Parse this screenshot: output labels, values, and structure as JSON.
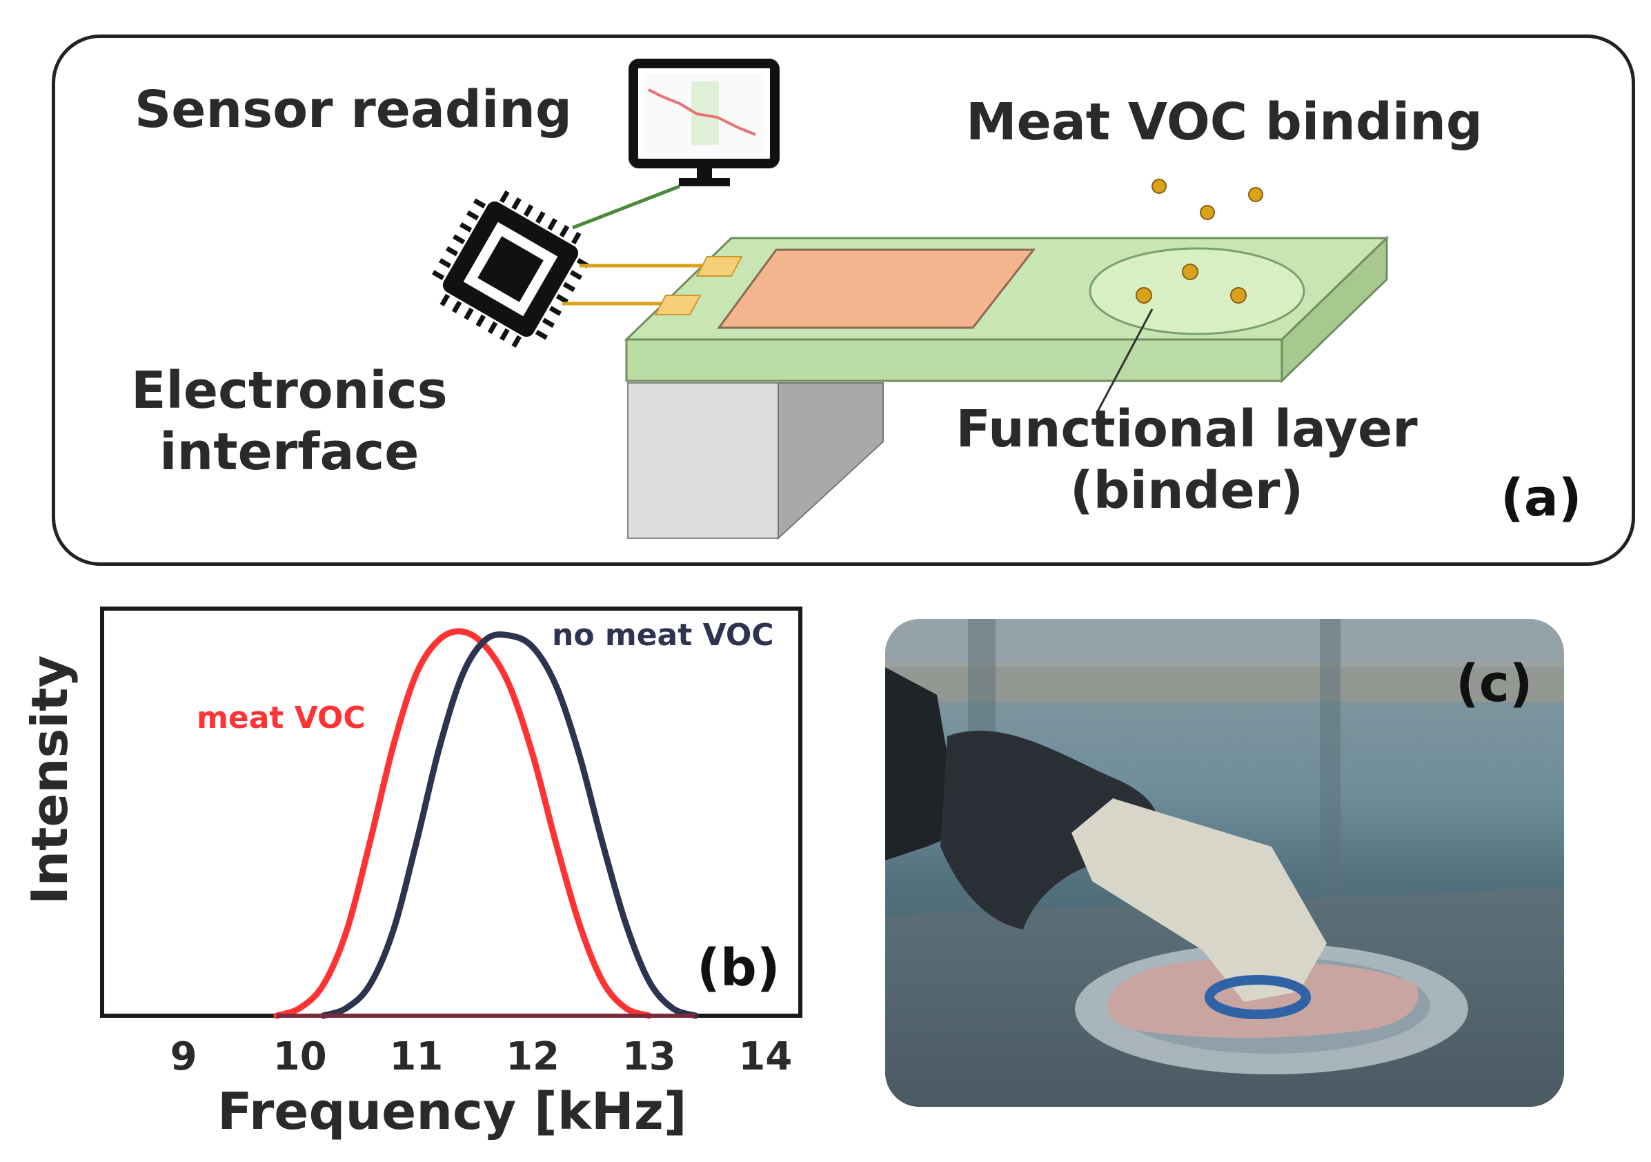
{
  "panel_a": {
    "tag": "(a)",
    "sensor_reading": "Sensor reading",
    "voc_binding": "Meat VOC binding",
    "electronics_line1": "Electronics",
    "electronics_line2": "interface",
    "functional_line1": "Functional layer",
    "functional_line2": "(binder)"
  },
  "panel_b": {
    "tag": "(b)",
    "ylabel": "Intensity",
    "xlabel": "Frequency [kHz]",
    "legend_meat": "meat VOC",
    "legend_no_meat": "no meat VOC"
  },
  "panel_c": {
    "tag": "(c)"
  },
  "colors": {
    "meat_voc": "#ff3333",
    "no_meat_voc": "#2e3350",
    "substrate": "#c9e5b4",
    "electrode": "#f4b48d",
    "voc_dot": "#d9a21b"
  },
  "chart_data": {
    "type": "line",
    "xlabel": "Frequency [kHz]",
    "ylabel": "Intensity",
    "xlim": [
      8.3,
      14.3
    ],
    "ylim": [
      0,
      1.06
    ],
    "xticks": [
      9,
      10,
      11,
      12,
      13,
      14
    ],
    "grid": false,
    "series": [
      {
        "name": "meat VOC",
        "color": "#ff3333",
        "x": [
          9.8,
          10.0,
          10.2,
          10.4,
          10.6,
          10.8,
          11.0,
          11.2,
          11.4,
          11.6,
          11.8,
          12.0,
          12.2,
          12.4,
          12.6,
          12.8,
          13.0
        ],
        "y": [
          0.0,
          0.02,
          0.08,
          0.22,
          0.45,
          0.7,
          0.89,
          0.98,
          1.0,
          0.96,
          0.86,
          0.68,
          0.45,
          0.24,
          0.09,
          0.02,
          0.0
        ]
      },
      {
        "name": "no meat VOC",
        "color": "#2e3350",
        "x": [
          10.2,
          10.4,
          10.6,
          10.8,
          11.0,
          11.2,
          11.4,
          11.6,
          11.8,
          12.0,
          12.2,
          12.4,
          12.6,
          12.8,
          13.0,
          13.2,
          13.4
        ],
        "y": [
          0.0,
          0.02,
          0.08,
          0.22,
          0.45,
          0.7,
          0.89,
          0.98,
          0.99,
          0.96,
          0.86,
          0.68,
          0.45,
          0.24,
          0.09,
          0.02,
          0.0
        ]
      }
    ]
  }
}
